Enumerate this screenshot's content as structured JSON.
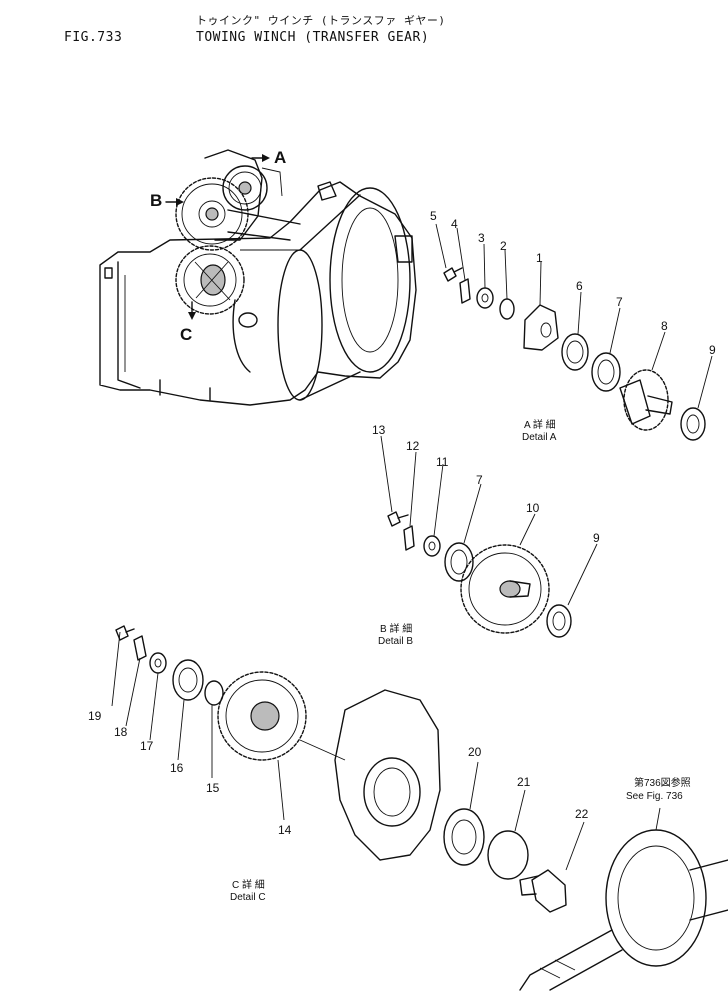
{
  "header": {
    "fig_number": "FIG.733",
    "title_jp": "トゥインク\" ウインチ (トランスファ ギヤー)",
    "title_en": "TOWING WINCH (TRANSFER GEAR)"
  },
  "diagram": {
    "detail_markers": [
      "A",
      "B",
      "C"
    ],
    "detail_a": {
      "top": "A 詳 細",
      "bottom": "Detail A"
    },
    "detail_b": {
      "top": "B 詳 細",
      "bottom": "Detail B"
    },
    "detail_c": {
      "top": "C 詳 細",
      "bottom": "Detail C"
    },
    "see_fig": {
      "jp": "第736図参照",
      "en": "See Fig. 736"
    },
    "callouts": {
      "p1": "1",
      "p2": "2",
      "p3": "3",
      "p4": "4",
      "p5": "5",
      "p6": "6",
      "p7a": "7",
      "p8": "8",
      "p9a": "9",
      "p7b": "7",
      "p9b": "9",
      "p10": "10",
      "p11": "11",
      "p12": "12",
      "p13": "13",
      "p14": "14",
      "p15": "15",
      "p16": "16",
      "p17": "17",
      "p18": "18",
      "p19": "19",
      "p20": "20",
      "p21": "21",
      "p22": "22"
    }
  }
}
